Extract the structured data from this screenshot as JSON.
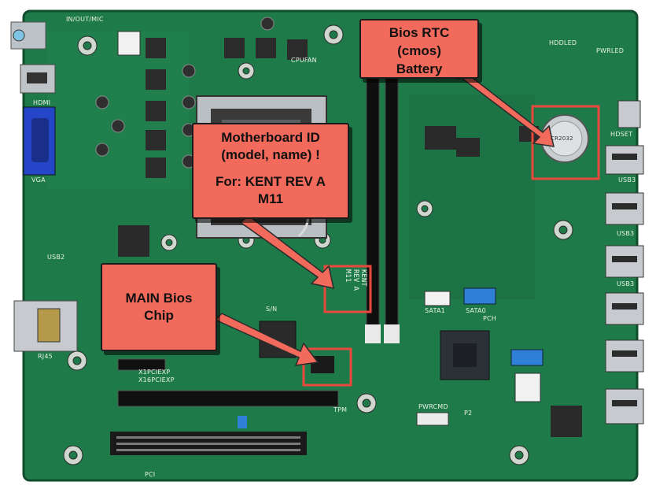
{
  "callouts": {
    "bios_rtc": {
      "lines": [
        "Bios RTC",
        "(cmos)",
        "Battery"
      ]
    },
    "motherboard_id": {
      "lines": [
        "Motherboard ID",
        "(model, name) !",
        "For: KENT REV A",
        "M11"
      ]
    },
    "main_bios": {
      "lines": [
        "MAIN Bios",
        "Chip"
      ]
    }
  },
  "board_marking": {
    "lines": [
      "KENT",
      "REV A",
      "M11"
    ]
  },
  "silkscreen": {
    "in_out_mic": "IN/OUT/MIC",
    "hdmi": "HDMI",
    "vga": "VGA",
    "usb2": "USB2",
    "rj45": "RJ45",
    "usb3": "USB3",
    "usb3b": "USB3",
    "usb3c": "USB3",
    "sata1": "SATA1",
    "sata0": "SATA0",
    "pch": "PCH",
    "x1pcie": "X1PCIEXP",
    "x16pcie": "X16PCIEXP",
    "pci": "PCI",
    "tpm": "TPM",
    "sn": "S/N",
    "hddled": "HDDLED",
    "pwrled": "PWRLED",
    "hdset": "HDSET",
    "p2": "P2",
    "pwrcmd": "PWRCMD",
    "cpufan": "CPUFAN",
    "battery_cell": "CR2032"
  },
  "colors": {
    "pcb": "#1f7a4a",
    "pcb_dark": "#145a35",
    "callout_fill": "#f26a5b",
    "callout_border": "#1b1b1b",
    "highlight_box": "#e8493c",
    "arrow": "#f26a5b",
    "sata_blue": "#2f7fd6",
    "vga_blue": "#2546c8"
  }
}
